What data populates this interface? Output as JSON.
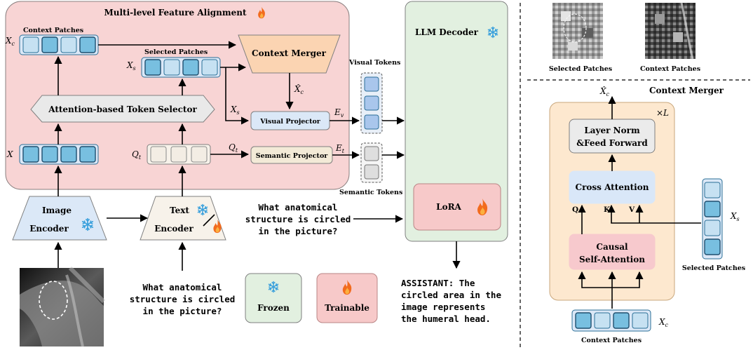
{
  "main": {
    "mfa_title": "Multi-level Feature Alignment",
    "context_patches_label": "Context Patches",
    "selected_patches_label": "Selected Patches",
    "context_merger_label": "Context Merger",
    "token_selector_label": "Attention-based Token Selector",
    "visual_projector_label": "Visual Projector",
    "semantic_projector_label": "Semantic Projector",
    "visual_tokens_label": "Visual Tokens",
    "semantic_tokens_label": "Semantic Tokens",
    "llm_decoder_label": "LLM Decoder",
    "lora_label": "LoRA",
    "image_encoder_line1": "Image",
    "image_encoder_line2": "Encoder",
    "text_encoder_line1": "Text",
    "text_encoder_line2": "Encoder",
    "question_right": [
      "What anatomical",
      "structure is circled",
      "in the picture?"
    ],
    "question_bottom": [
      "What anatomical",
      "structure is circled",
      "in the picture?"
    ],
    "answer": [
      "ASSISTANT: The",
      "circled area in the",
      "image represents",
      "the humeral head."
    ],
    "legend_frozen": "Frozen",
    "legend_trainable": "Trainable",
    "math": {
      "xc": "X",
      "xc_sub": "c",
      "xs": "X",
      "xs_sub": "s",
      "x": "X",
      "qt": "Q",
      "qt_sub": "t",
      "ev": "E",
      "ev_sub": "v",
      "et": "E",
      "et_sub": "t",
      "xc_hat": "X̂",
      "xc_hat_sub": "c"
    }
  },
  "right": {
    "selected_patches_label": "Selected Patches",
    "context_patches_label": "Context Patches",
    "context_merger_title": "Context Merger",
    "times_l": "×L",
    "layer_norm_line1": "Layer Norm",
    "layer_norm_line2": "&Feed Forward",
    "cross_attention_label": "Cross Attention",
    "causal_line1": "Causal",
    "causal_line2": "Self-Attention",
    "q_label": "Q",
    "k_label": "K",
    "v_label": "V",
    "selected_patches_bottom": "Selected Patches",
    "context_patches_bottom": "Context Patches"
  },
  "colors": {
    "mfa_bg": "#f8d4d4",
    "patch_fill": "#a9d4ec",
    "patch_border": "#2b6f97",
    "merger_fill": "#fbd4b2",
    "llm_fill": "#e2f0e0",
    "lora_fill": "#f7c9c9",
    "frozen_fill": "#e2f0e0",
    "trainable_fill": "#f7c9c9",
    "projector_fill": "#dbe8f7",
    "cm_bg": "#fde8cf",
    "cross_fill": "#d9e7f8",
    "causal_fill": "#f7c9cd",
    "flame": "#f26b1d",
    "snow": "#3aa0dc"
  }
}
